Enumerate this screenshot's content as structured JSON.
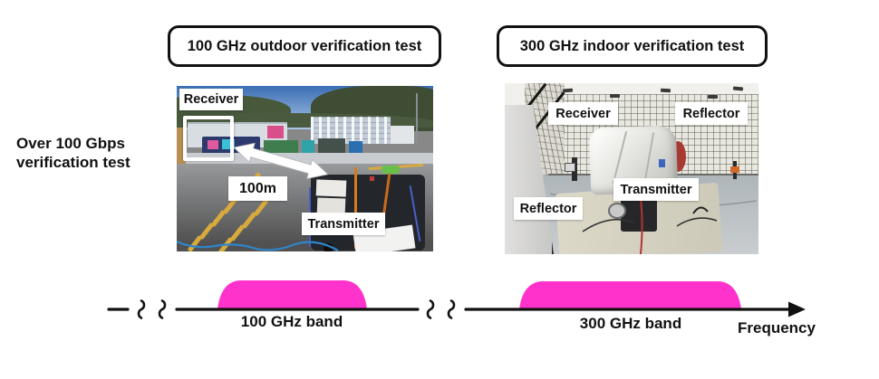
{
  "figure": {
    "titles": {
      "outdoor": "100 GHz outdoor verification test",
      "indoor": "300 GHz indoor verification test"
    },
    "side_label": {
      "line1": "Over 100 Gbps",
      "line2": "verification test"
    }
  },
  "outdoor_photo": {
    "receiver_label": "Receiver",
    "distance_label": "100m",
    "transmitter_label": "Transmitter"
  },
  "indoor_photo": {
    "receiver_label": "Receiver",
    "reflector_top_label": "Reflector",
    "transmitter_label": "Transmitter",
    "reflector_bottom_label": "Reflector"
  },
  "spectrum_axis": {
    "band_100": "100 GHz band",
    "band_300": "300 GHz band",
    "axis_label": "Frequency",
    "band_color": "#FF33CC",
    "axis_color": "#111111"
  }
}
